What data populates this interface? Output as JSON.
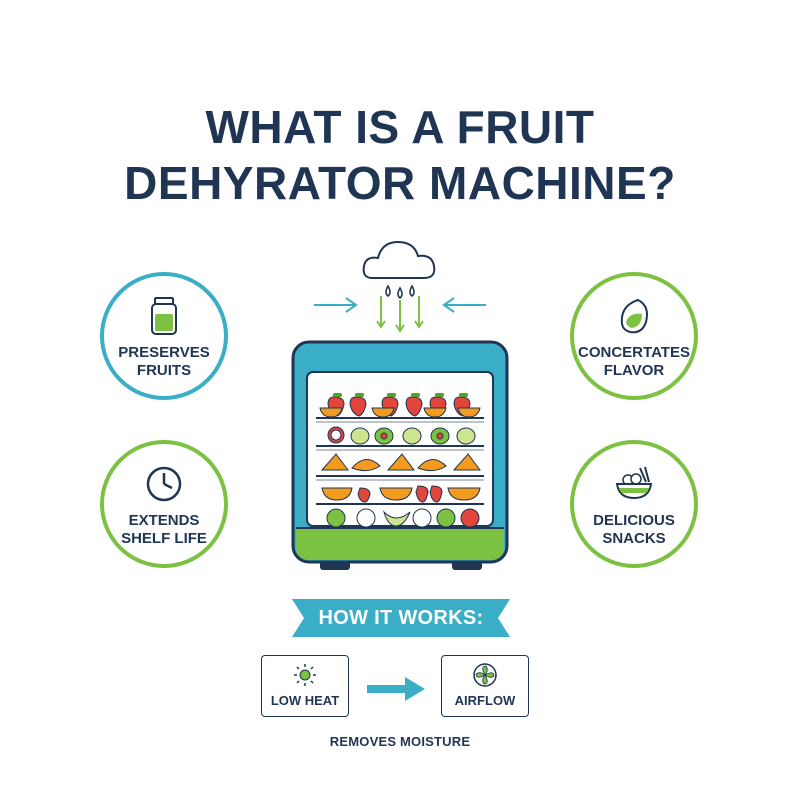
{
  "title": {
    "line1": "WHAT IS A FRUIT",
    "line2": "DEHYRATOR MACHINE?"
  },
  "features": [
    {
      "label": "PRESERVES\nFRUITS",
      "icon": "jar-icon",
      "color": "#3aaec6"
    },
    {
      "label": "CONCERTATES\nFLAVOR",
      "icon": "fruit-slice-icon",
      "color": "#7cc142"
    },
    {
      "label": "EXTENDS\nSHELF LIFE",
      "icon": "clock-icon",
      "color": "#7cc142"
    },
    {
      "label": "DELICIOUS\nSNACKS",
      "icon": "snack-bowl-icon",
      "color": "#7cc142"
    }
  ],
  "how_it_works": {
    "banner": "HOW IT WORKS:",
    "steps": [
      {
        "label": "LOW HEAT",
        "icon": "sun-icon"
      },
      {
        "label": "AIRFLOW",
        "icon": "fan-icon"
      }
    ],
    "result": "REMOVES MOISTURE"
  },
  "colors": {
    "navy": "#1f3553",
    "teal": "#3aaec6",
    "green": "#7cc142",
    "strawberry": "#e2453c",
    "orange": "#f39a1f"
  }
}
